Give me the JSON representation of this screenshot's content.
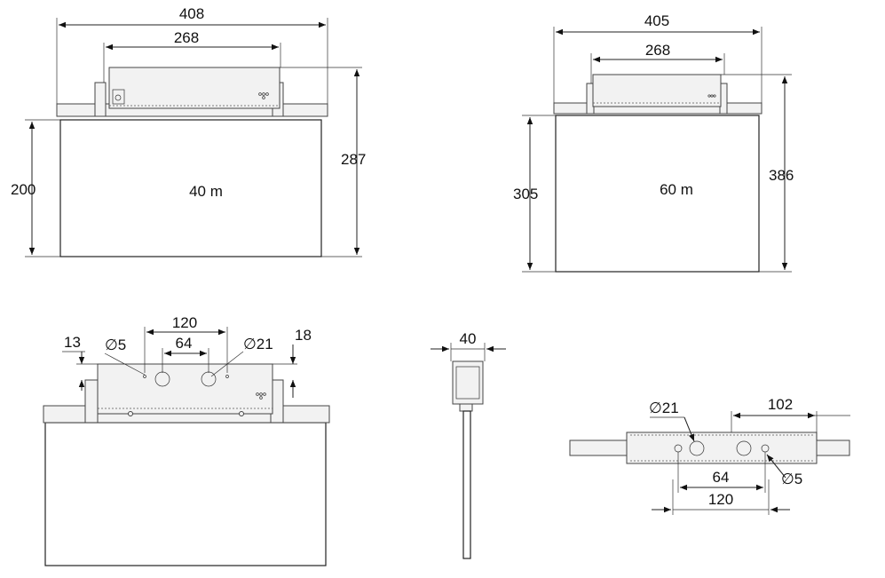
{
  "views": {
    "front_40m": {
      "label": "40 m",
      "dims": {
        "overall_width": "408",
        "housing_width": "268",
        "total_height": "287",
        "body_height": "200"
      }
    },
    "front_60m": {
      "label": "60 m",
      "dims": {
        "overall_width": "405",
        "housing_width": "268",
        "body_height": "305",
        "total_height": "386"
      }
    },
    "mounting_front": {
      "dims": {
        "hole_spacing_outer": "120",
        "hole_spacing_inner": "64",
        "small_hole": "∅5",
        "large_hole": "∅21",
        "left_offset": "13",
        "right_offset": "18"
      }
    },
    "side": {
      "dims": {
        "depth": "40"
      }
    },
    "top": {
      "dims": {
        "large_hole": "∅21",
        "offset": "102",
        "hole_spacing_inner": "64",
        "small_hole": "∅5",
        "hole_spacing_outer": "120"
      }
    }
  }
}
